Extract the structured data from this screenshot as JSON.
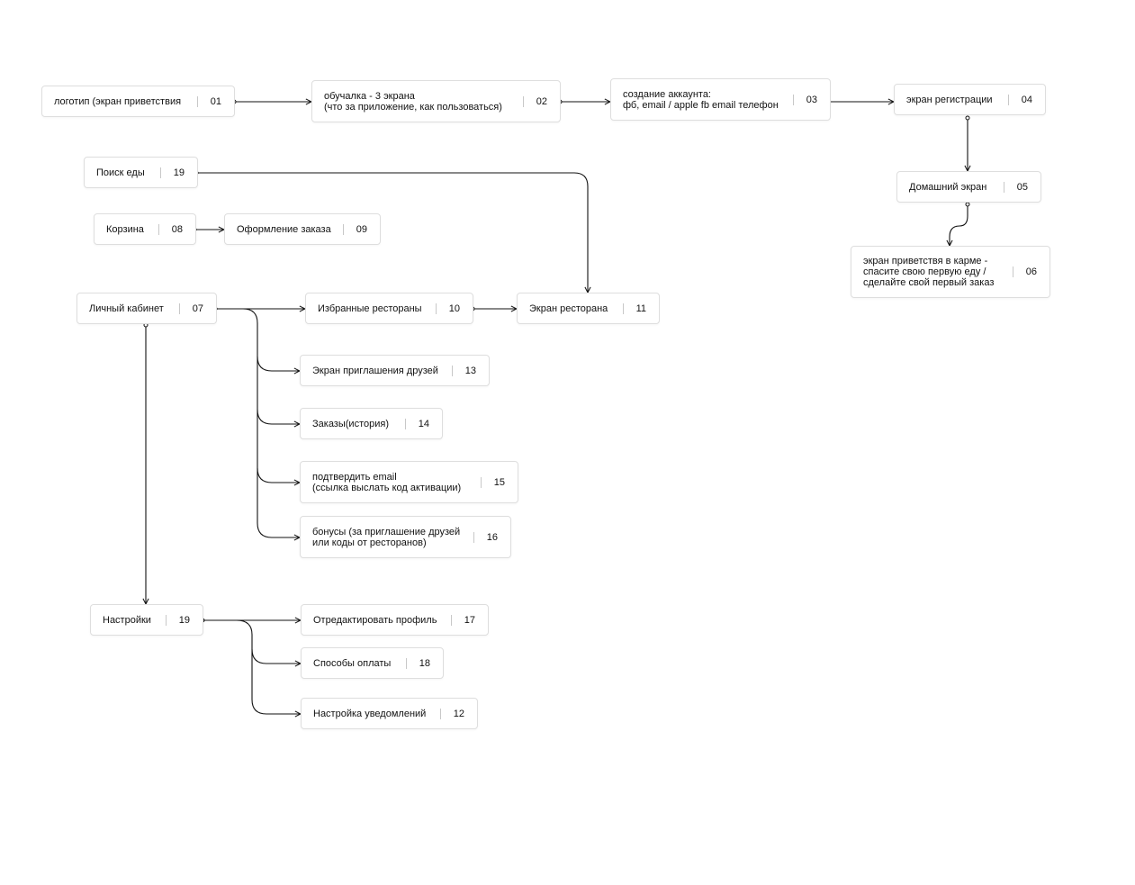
{
  "diagram": {
    "nodes": [
      {
        "id": "n01",
        "label": "логотип (экран приветствия",
        "num": "01"
      },
      {
        "id": "n02",
        "label": "обучалка - 3 экрана\n(что за приложение, как пользоваться)",
        "num": "02"
      },
      {
        "id": "n03",
        "label": "создание аккаунта:\nфб, email / apple fb email телефон",
        "num": "03"
      },
      {
        "id": "n04",
        "label": "экран регистрации",
        "num": "04"
      },
      {
        "id": "n05",
        "label": "Домашний экран",
        "num": "05"
      },
      {
        "id": "n06",
        "label": "экран приветствя в карме -\nспасите свою первую еду /\nсделайте свой первый заказ",
        "num": "06"
      },
      {
        "id": "n19a",
        "label": "Поиск еды",
        "num": "19"
      },
      {
        "id": "n08",
        "label": "Корзина",
        "num": "08"
      },
      {
        "id": "n09",
        "label": "Оформление заказа",
        "num": "09"
      },
      {
        "id": "n07",
        "label": "Личный кабинет",
        "num": "07"
      },
      {
        "id": "n10",
        "label": "Избранные рестораны",
        "num": "10"
      },
      {
        "id": "n11",
        "label": "Экран ресторана",
        "num": "11"
      },
      {
        "id": "n13",
        "label": "Экран приглашения друзей",
        "num": "13"
      },
      {
        "id": "n14",
        "label": "Заказы(история)",
        "num": "14"
      },
      {
        "id": "n15",
        "label": "подтвердить email\n(ссылка выслать код активации)",
        "num": "15"
      },
      {
        "id": "n16",
        "label": "бонусы (за приглашение друзей\n или коды от ресторанов)",
        "num": "16"
      },
      {
        "id": "n19b",
        "label": "Настройки",
        "num": "19"
      },
      {
        "id": "n17",
        "label": "Отредактировать профиль",
        "num": "17"
      },
      {
        "id": "n18",
        "label": "Способы оплаты",
        "num": "18"
      },
      {
        "id": "n12",
        "label": "Настройка уведомлений",
        "num": "12"
      }
    ],
    "edges": [
      {
        "from": "n01",
        "to": "n02"
      },
      {
        "from": "n02",
        "to": "n03"
      },
      {
        "from": "n03",
        "to": "n04"
      },
      {
        "from": "n04",
        "to": "n05"
      },
      {
        "from": "n05",
        "to": "n06"
      },
      {
        "from": "n19a",
        "to": "n11"
      },
      {
        "from": "n08",
        "to": "n09"
      },
      {
        "from": "n07",
        "to": "n10"
      },
      {
        "from": "n10",
        "to": "n11"
      },
      {
        "from": "n07",
        "to": "n13"
      },
      {
        "from": "n07",
        "to": "n14"
      },
      {
        "from": "n07",
        "to": "n15"
      },
      {
        "from": "n07",
        "to": "n16"
      },
      {
        "from": "n07",
        "to": "n19b"
      },
      {
        "from": "n19b",
        "to": "n17"
      },
      {
        "from": "n19b",
        "to": "n18"
      },
      {
        "from": "n19b",
        "to": "n12"
      }
    ],
    "colors": {
      "line": "#111111",
      "border": "#dedede",
      "background": "#ffffff"
    }
  }
}
